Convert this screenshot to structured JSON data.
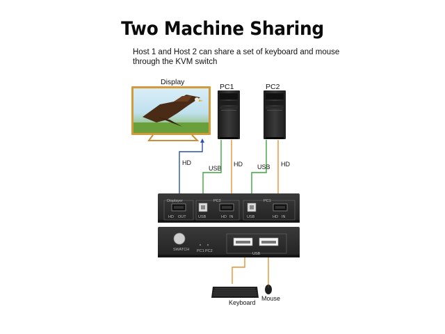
{
  "title": "Two Machine Sharing",
  "subtitle_line1": "Host 1 and Host 2 can share a set of keyboard and mouse",
  "subtitle_line2": "through the KVM switch",
  "devices": {
    "display": "Display",
    "pc1": "PC1",
    "pc2": "PC2",
    "keyboard": "Keyboard",
    "mouse": "Mouse"
  },
  "cables": {
    "hd_display": "HD",
    "usb_pc1": "USB",
    "hd_pc1": "HD",
    "usb_pc2": "USB",
    "hd_pc2": "HD"
  },
  "back_panel": {
    "group_displayer": "Displayer",
    "group_pc2": "PC2",
    "group_pc1": "PC1",
    "port_hd": "HD",
    "port_out": "OUT",
    "port_usb": "USB",
    "port_in": "IN"
  },
  "front_panel": {
    "switch_label": "SWATCH",
    "pc1_led": "PC1",
    "pc2_led": "PC2",
    "usb_group": "USB"
  },
  "colors": {
    "hd_cable": "#e8912f",
    "usb_cable": "#3aa63a",
    "display_cable": "#2c4fa8",
    "switch_body": "#2b2b2b"
  }
}
